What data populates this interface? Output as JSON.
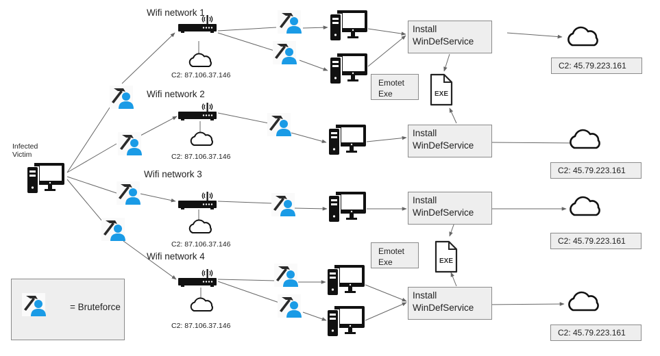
{
  "title": "Emotet Wi-Fi spreader propagation diagram",
  "colors": {
    "user_blue": "#1a9be6",
    "hammer_dark": "#2a2a2a",
    "box_fill": "#eeeeee",
    "box_border": "#8a8a8a",
    "line": "#666666",
    "icon_black": "#111111"
  },
  "victim": {
    "label_line1": "Infected",
    "label_line2": "Victim",
    "icon": "desktop-computer-icon"
  },
  "networks": [
    {
      "label": "Wifi network 1",
      "router_c2": "C2: 87.106.37.146",
      "targets": 2,
      "install_line1": "Install",
      "install_line2": "WinDefService",
      "server_c2": "C2: 45.79.223.161"
    },
    {
      "label": "Wifi network 2",
      "router_c2": "C2: 87.106.37.146",
      "targets": 1,
      "install_line1": "Install",
      "install_line2": "WinDefService",
      "server_c2": "C2: 45.79.223.161"
    },
    {
      "label": "Wifi network 3",
      "router_c2": "C2: 87.106.37.146",
      "targets": 1,
      "install_line1": "Install",
      "install_line2": "WinDefService",
      "server_c2": "C2: 45.79.223.161"
    },
    {
      "label": "Wifi network 4",
      "router_c2": "C2: 87.106.37.146",
      "targets": 2,
      "install_line1": "Install",
      "install_line2": "WinDefService",
      "server_c2": "C2: 45.79.223.161"
    }
  ],
  "emotet_exe": {
    "line1": "Emotet",
    "line2": "Exe",
    "file_icon_text": "EXE"
  },
  "legend": {
    "text": "= Bruteforce",
    "icon": "bruteforce-icon"
  }
}
